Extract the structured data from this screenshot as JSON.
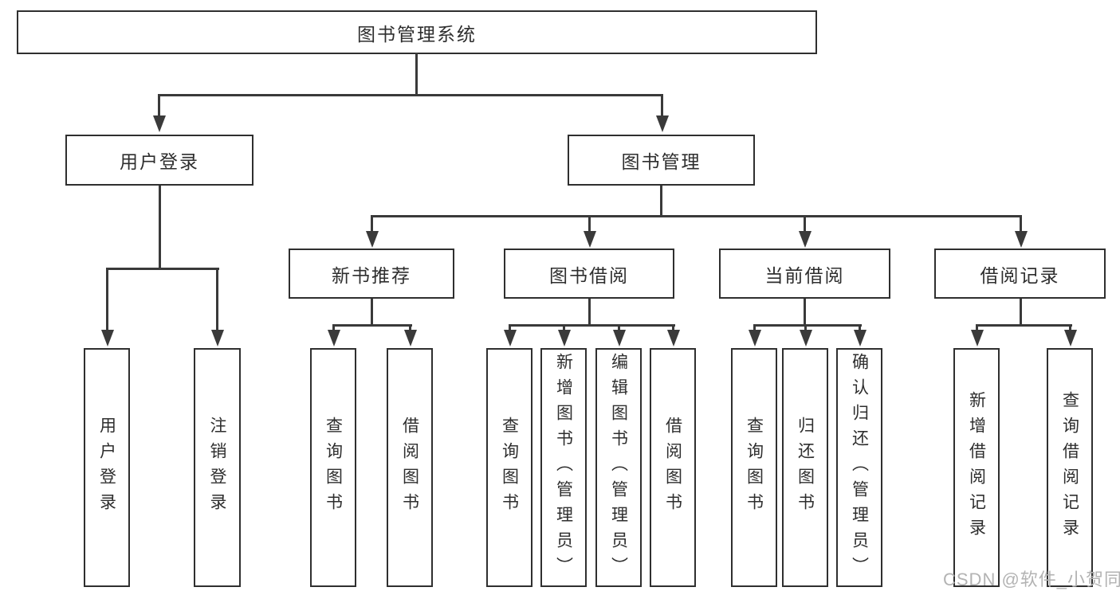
{
  "colors": {
    "background": "#ffffff",
    "line": "#3a3a3a",
    "box_border": "#2f2f2f",
    "box_fill": "#ffffff",
    "text": "#2e2e2e",
    "watermark": "#b3b3b3"
  },
  "diagram": {
    "root": {
      "label": "图书管理系统"
    },
    "branches": [
      {
        "label": "用户登录",
        "children": [
          {
            "label": "用户登录"
          },
          {
            "label": "注销登录"
          }
        ]
      },
      {
        "label": "图书管理",
        "children": [
          {
            "label": "新书推荐",
            "children": [
              {
                "label": "查询图书"
              },
              {
                "label": "借阅图书"
              }
            ]
          },
          {
            "label": "图书借阅",
            "children": [
              {
                "label": "查询图书"
              },
              {
                "label": "新增图书（管理员）"
              },
              {
                "label": "编辑图书（管理员）"
              },
              {
                "label": "借阅图书"
              }
            ]
          },
          {
            "label": "当前借阅",
            "children": [
              {
                "label": "查询图书"
              },
              {
                "label": "归还图书"
              },
              {
                "label": "确认归还（管理员）"
              }
            ]
          },
          {
            "label": "借阅记录",
            "children": [
              {
                "label": "新增借阅记录"
              },
              {
                "label": "查询借阅记录"
              }
            ]
          }
        ]
      }
    ]
  },
  "watermark": {
    "text": "CSDN @软件_小贺同学"
  }
}
